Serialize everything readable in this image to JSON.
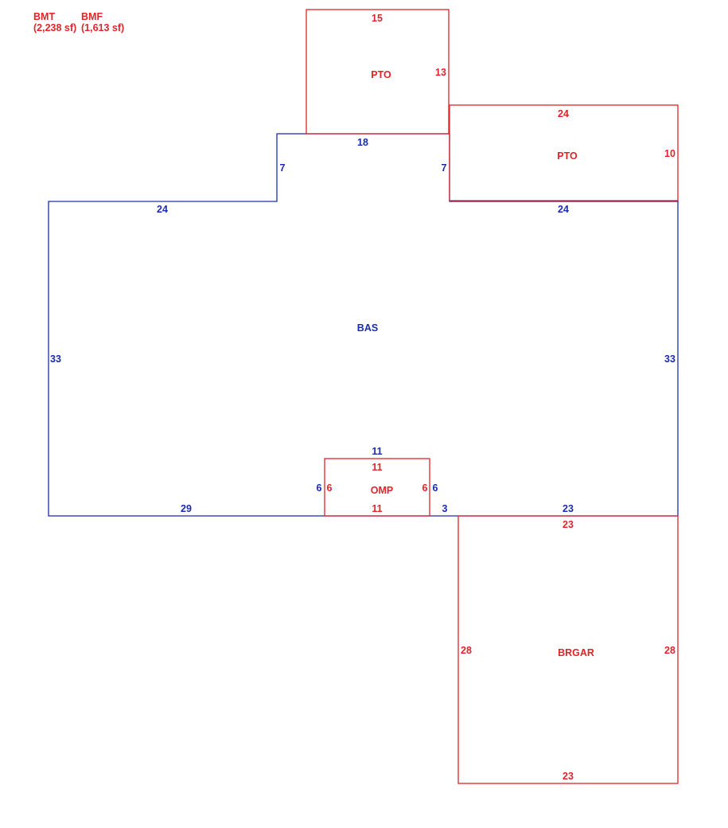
{
  "colors": {
    "red": "#e0242a",
    "blue": "#1a2cb0"
  },
  "legend": {
    "bmt_code": "BMT",
    "bmt_area": "(2,238 sf)",
    "bmf_code": "BMF",
    "bmf_area": "(1,613 sf)"
  },
  "areas": {
    "pto_top": {
      "label": "PTO",
      "dim_top": "15",
      "dim_right": "13"
    },
    "pto_right": {
      "label": "PTO",
      "dim_top": "24",
      "dim_right": "10"
    },
    "bas": {
      "label": "BAS",
      "dim_top_stub": "18",
      "dim_left_step": "7",
      "dim_right_step": "7",
      "dim_left_top": "24",
      "dim_right_top": "24",
      "dim_left": "33",
      "dim_right": "33",
      "dim_bottom_left": "29",
      "dim_notch_top": "11",
      "dim_notch_left": "6",
      "dim_notch_right": "6",
      "dim_bottom_small": "3",
      "dim_bottom_right": "23"
    },
    "omp": {
      "label": "OMP",
      "dim_top": "11",
      "dim_bottom": "11",
      "dim_left": "6",
      "dim_right": "6"
    },
    "brgar": {
      "label": "BRGAR",
      "dim_top": "23",
      "dim_bottom": "23",
      "dim_left": "28",
      "dim_right": "28"
    }
  }
}
